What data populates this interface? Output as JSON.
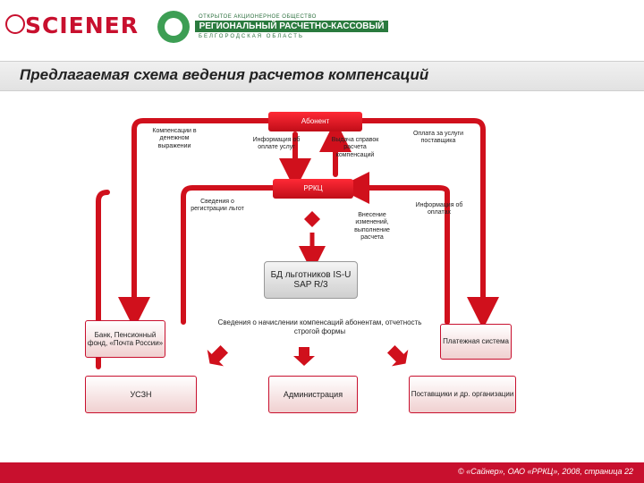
{
  "header": {
    "brand": "SCIENER",
    "partner_top": "ОТКРЫТОЕ АКЦИОНЕРНОЕ ОБЩЕСТВО",
    "partner_name": "РЕГИОНАЛЬНЫЙ РАСЧЕТНО-КАССОВЫЙ ЦЕНТР",
    "partner_region": "БЕЛГОРОДСКАЯ ОБЛАСТЬ"
  },
  "page_title": "Предлагаемая схема ведения расчетов компенсаций",
  "nodes": {
    "abonent": "Абонент",
    "rrkc": "РРКЦ",
    "db": "БД льготников IS-U SAP R/3",
    "bank": "Банк, Пенсионный фонд, «Почта России»",
    "uszn": "УСЗН",
    "admin": "Администрация",
    "payment": "Платежная система",
    "suppliers": "Поставщики и др. организации"
  },
  "labels": {
    "compensation_cash": "Компенсации в денежном выражении",
    "info_payment": "Информация об оплате услуг",
    "issue_certs": "Выдача справок расчета компенсаций",
    "pay_services": "Оплата за услуги поставщика",
    "privilege_info": "Сведения о регистрации льгот",
    "changes": "Внесение изменений, выполнение расчета",
    "payments_info": "Информация об оплатах",
    "accruals": "Сведения о начислении компенсаций абонентам, отчетность строгой формы"
  },
  "colors": {
    "accent": "#c8102e",
    "arrow": "#d0101c",
    "partner_green": "#2a7a3e"
  },
  "footer": "© «Сайнер», ОАО «РРКЦ», 2008, страница 22"
}
